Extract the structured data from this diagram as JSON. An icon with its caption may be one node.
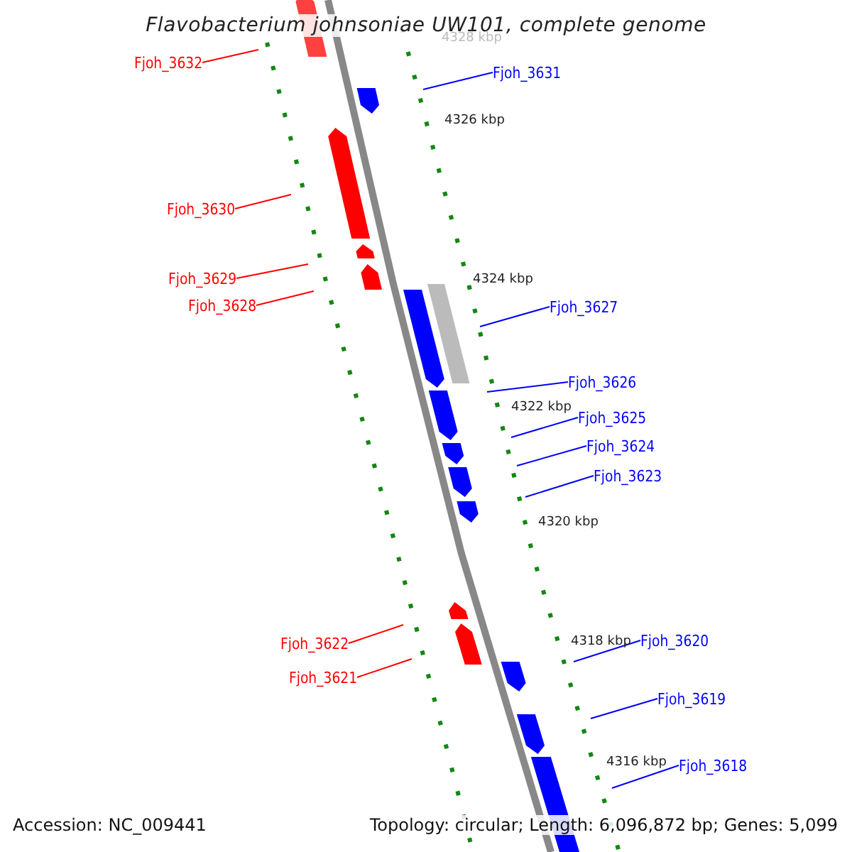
{
  "diagram": {
    "title": "Flavobacterium johnsoniae UW101, complete genome",
    "nodes": [
      {
        "text": [
          "Fjoh_3632"
        ]
      },
      {
        "text": [
          "Fjoh_3631"
        ]
      },
      {
        "text": [
          "Fjoh_3630"
        ]
      },
      {
        "text": [
          "Fjoh_3629"
        ]
      },
      {
        "text": [
          "Fjoh_3628"
        ]
      },
      {
        "text": [
          "Fjoh_3627"
        ]
      },
      {
        "text": [
          "Fjoh_3626"
        ]
      },
      {
        "text": [
          "Fjoh_3625"
        ]
      },
      {
        "text": [
          "Fjoh_3624"
        ]
      },
      {
        "text": [
          "Fjoh_3623"
        ]
      },
      {
        "text": [
          "Fjoh_3620"
        ]
      },
      {
        "text": [
          "Fjoh_3622"
        ]
      },
      {
        "text": [
          "Fjoh_3621"
        ]
      },
      {
        "text": [
          "Fjoh_3619"
        ]
      },
      {
        "text": [
          "Fjoh_3618"
        ]
      }
    ],
    "edges": [
      {
        "from": 0,
        "to": null,
        "arrow": "none",
        "color": "#ff0000"
      },
      {
        "from": 1,
        "to": null,
        "arrow": "none"
      },
      {
        "from": 2,
        "to": null,
        "arrow": "none",
        "color": "#ff0000"
      },
      {
        "from": 3,
        "to": null,
        "arrow": "none",
        "color": "#ff0000"
      },
      {
        "from": 4,
        "to": null,
        "arrow": "none",
        "color": "#ff0000"
      },
      {
        "from": 5,
        "to": null,
        "arrow": "none"
      },
      {
        "from": 6,
        "to": null,
        "arrow": "none"
      },
      {
        "from": 7,
        "to": null,
        "arrow": "none"
      },
      {
        "from": 8,
        "to": null,
        "arrow": "none"
      },
      {
        "from": 9,
        "to": null,
        "arrow": "none"
      },
      {
        "from": 10,
        "to": null,
        "arrow": "none"
      },
      {
        "from": 11,
        "to": null,
        "arrow": "none",
        "color": "#ff0000"
      },
      {
        "from": 12,
        "to": null,
        "arrow": "none",
        "color": "#ff0000"
      },
      {
        "from": 13,
        "to": null,
        "arrow": "none"
      },
      {
        "from": 14,
        "to": null,
        "arrow": "none"
      }
    ],
    "labels": [
      "4328 kbp",
      "4326 kbp",
      "4324 kbp",
      "4322 kbp",
      "4320 kbp",
      "4318 kbp",
      "4316 kbp",
      "Accession: NC_009441",
      "Topology: circular; Length: 6,096,872 bp; Genes: 5,099"
    ]
  }
}
